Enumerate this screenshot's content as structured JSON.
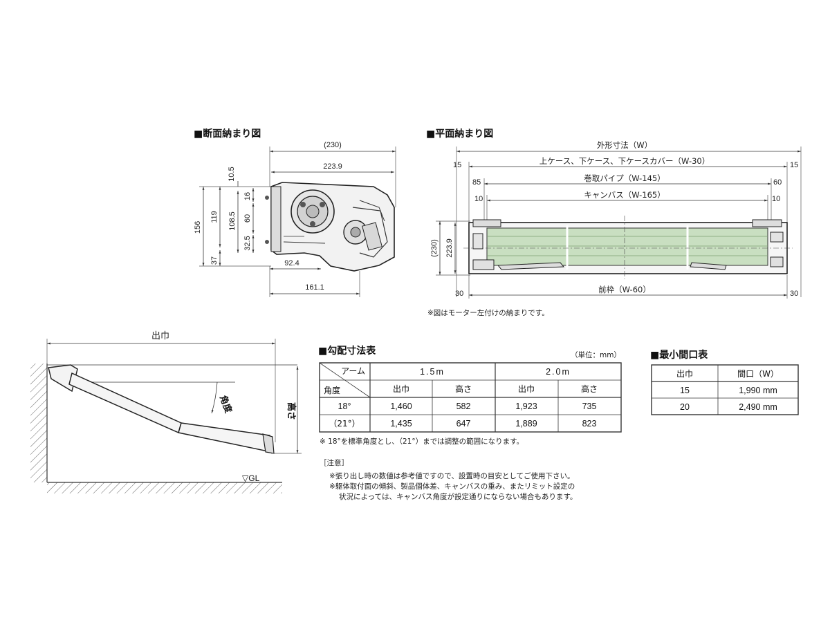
{
  "section": {
    "title": "■断面納まり図",
    "dims": {
      "top_outer": "(230)",
      "top_inner": "223.9",
      "left_total": "156",
      "left_119": "119",
      "left_10_5": "10.5",
      "left_108_5": "108.5",
      "left_16": "16",
      "left_60": "60",
      "left_32_5": "32.5",
      "left_37": "37",
      "bottom_92_4": "92.4",
      "bottom_161_1": "161.1"
    }
  },
  "plan": {
    "title": "■平面納まり図",
    "dims": {
      "outer": "外形寸法（W）",
      "case": "上ケース、下ケース、下ケースカバー（W-30）",
      "pipe": "巻取パイプ（W-145）",
      "canvas": "キャンバス（W-165）",
      "front": "前枠（W-60）",
      "l15": "15",
      "r15": "15",
      "l85": "85",
      "r60": "60",
      "l10": "10",
      "r10": "10",
      "l30": "30",
      "r30": "30",
      "h230": "(230)",
      "h223_9": "223.9"
    },
    "note": "※図はモーター左付けの納まりです。"
  },
  "side": {
    "projection": "出巾",
    "angle": "角度",
    "height": "高さ",
    "gl": "▽GL"
  },
  "slope_table": {
    "title": "■勾配寸法表",
    "unit": "（単位：mm）",
    "corner_top": "アーム",
    "corner_bottom": "角度",
    "arms": [
      "1.5m",
      "2.0m"
    ],
    "sub_headers": [
      "出巾",
      "高さ",
      "出巾",
      "高さ"
    ],
    "rows": [
      {
        "angle": "18°",
        "values": [
          "1,460",
          "582",
          "1,923",
          "735"
        ]
      },
      {
        "angle": "（21°）",
        "values": [
          "1,435",
          "647",
          "1,889",
          "823"
        ]
      }
    ],
    "footnote": "※ 18°を標準角度とし、（21°）までは調整の範囲になります。"
  },
  "opening_table": {
    "title": "■最小間口表",
    "headers": [
      "出巾",
      "間口（W）"
    ],
    "rows": [
      [
        "15",
        "1,990 mm"
      ],
      [
        "20",
        "2,490 mm"
      ]
    ]
  },
  "caution": {
    "title": "［注意］",
    "lines": [
      "※張り出し時の数値は参考値ですので、設置時の目安としてご使用下さい。",
      "※躯体取付面の傾斜、製品個体差、キャンバスの重み、またリミット設定の",
      "状況によっては、キャンバス角度が設定通りにならない場合もあります。"
    ]
  },
  "colors": {
    "canvas_green": "#c9dfc1",
    "line": "#333333"
  }
}
